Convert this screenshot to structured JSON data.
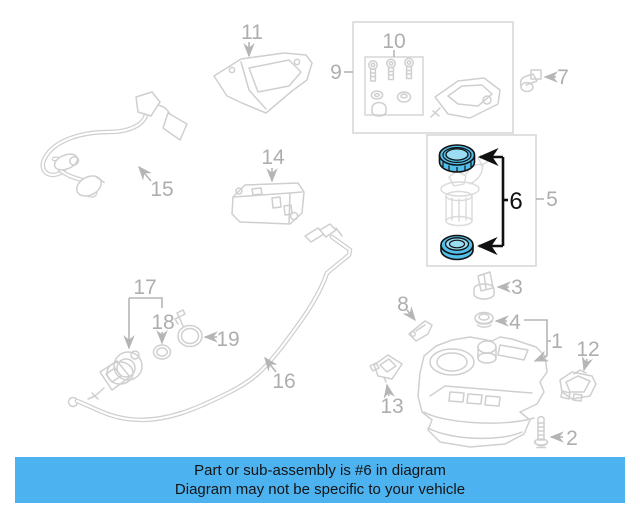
{
  "banner": {
    "line1": "Part or sub-assembly is #6 in diagram",
    "line2": "Diagram may not be specific to your vehicle"
  },
  "highlight": {
    "part_number": "6"
  },
  "colors": {
    "banner_bg": "#4DB3F0",
    "banner_text": "#141414",
    "diagram_line": "#CFCFCF",
    "label_text": "#AEAEAE",
    "highlight_fill": "#52C0EA",
    "highlight_inner": "#9ADDF3",
    "callout_black": "#111111"
  },
  "labels": {
    "p1": "1",
    "p2": "2",
    "p3": "3",
    "p4": "4",
    "p5": "5",
    "p6": "6",
    "p7": "7",
    "p8": "8",
    "p9": "9",
    "p10": "10",
    "p11": "11",
    "p12": "12",
    "p13": "13",
    "p14": "14",
    "p15": "15",
    "p16": "16",
    "p17": "17",
    "p18": "18",
    "p19": "19"
  }
}
